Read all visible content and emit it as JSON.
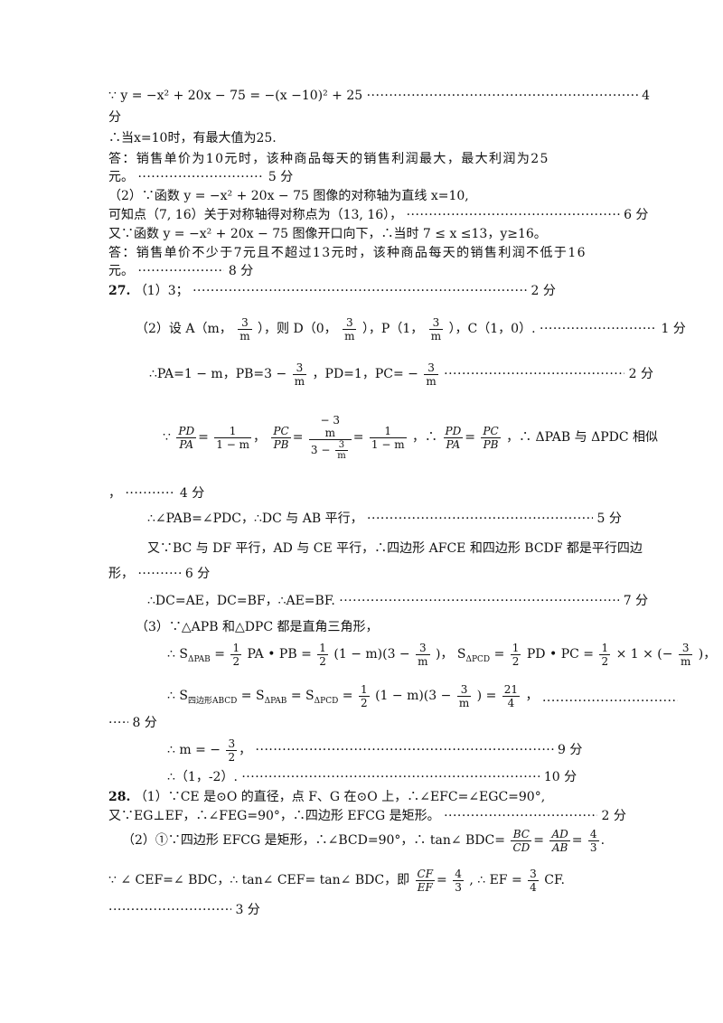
{
  "lines": {
    "l1_eq": "∵ y = −x² + 20x − 75 = −(x −10)² + 25",
    "l1_score": "4",
    "l2": "分",
    "l3": "∴当x=10时，有最大值为25.",
    "l4": "答：销售单价为10元时，该种商品每天的销售利润最大，最大利润为25",
    "l5_text": "元。",
    "l5_score": "5 分",
    "l6": "（2）∵函数 y = −x² + 20x − 75 图像的对称轴为直线 x=10,",
    "l7_text": "可知点（7, 16）关于对称轴得对称点为（13, 16），",
    "l7_score": "6 分",
    "l8": "又∵函数 y = −x² + 20x − 75 图像开口向下，∴当时 7 ≤ x ≤13，y≥16。",
    "l9": "答：销售单价不少于7元且不超过13元时，该种商品每天的销售利润不低于16",
    "l10_text": "元。",
    "l10_score": "8 分",
    "q27_num": "27.",
    "q27_1": "（1）3；",
    "q27_1_score": "2 分",
    "q27_2_a": "（2）设 A（m，",
    "q27_2_b": "），则 D（0，",
    "q27_2_c": "），P（1，",
    "q27_2_d": "），C（1，0）.",
    "q27_2_score": "1 分",
    "frac_3": "3",
    "frac_m": "m",
    "q27_pa": "∴PA=1 − m，PB=3 −",
    "q27_pd": "，PD=1，PC= −",
    "q27_pa_score": "2 分",
    "sim_because": "∵",
    "sim_pd": "PD",
    "sim_pa": "PA",
    "sim_1": "1",
    "sim_1m": "1 − m",
    "sim_pc": "PC",
    "sim_pb": "PB",
    "sim_neg3": "− 3",
    "sim_3m": "3 −",
    "sim_therefore": "，∴",
    "sim_end": "，∴ ΔPAB 与 ΔPDC 相似",
    "l_4score": "，",
    "l_4score_s": "4 分",
    "angle_line": "∴∠PAB=∠PDC，∴DC 与 AB 平行，",
    "angle_score": "5 分",
    "para_line": "又∵BC 与 DF 平行，AD 与 CE 平行，∴四边形 AFCE 和四边形 BCDF 都是平行四边",
    "para_line2": "形，",
    "para_score": "6 分",
    "dc_line": "∴DC=AE，DC=BF，∴AE=BF.",
    "dc_score": "7 分",
    "q27_3": "（3）∵△APB 和△DPC 都是直角三角形，",
    "s_pab": "∴ S",
    "s_pab_sub": "ΔPAB",
    "s_eq1": "=",
    "s_half": "1",
    "s_two": "2",
    "s_pa_pb": "PA • PB =",
    "s_expr1": "(1 − m)(3 −",
    "s_close": ")，",
    "s_pcd": "S",
    "s_pcd_sub": "ΔPCD",
    "s_pd_pc": "PD • PC =",
    "s_expr2": "× 1 × (−",
    "s_close2": ")，",
    "s_quad": "∴ S",
    "s_quad_sub": "四边形ABCD",
    "s_quad_eq": "= S",
    "s_eq_pcd": "= S",
    "s_expr3": "(1 − m)(3 −",
    "s_close3": ") =",
    "s_21": "21",
    "s_4": "4",
    "s_comma": "，",
    "s_8score": "8 分",
    "m_line": "∴ m = −",
    "m_score": "9 分",
    "pt_line": "∴（1，-2）.",
    "pt_score": "10 分",
    "q28_num": "28.",
    "q28_1": "（1）∵CE 是⊙O 的直径，点 F、G 在⊙O 上，∴∠EFC=∠EGC=90°,",
    "q28_1b": "又∵EG⊥EF，∴∠FEG=90°，∴四边形 EFCG 是矩形。",
    "q28_1_score": "2 分",
    "q28_2": "（2）①∵四边形 EFCG 是矩形，∴∠BCD=90°，∴ tan∠ BDC=",
    "q28_bc": "BC",
    "q28_cd": "CD",
    "q28_ad": "AD",
    "q28_ab": "AB",
    "q28_4": "4",
    "q28_3": "3",
    "q28_l2a": "∵ ∠ CEF=∠ BDC，∴ tan∠ CEF= tan∠ BDC，即",
    "q28_cf": "CF",
    "q28_ef": "EF",
    "q28_l2b": ", ∴ EF =",
    "q28_l2c": "CF.",
    "q28_score": "3 分"
  }
}
